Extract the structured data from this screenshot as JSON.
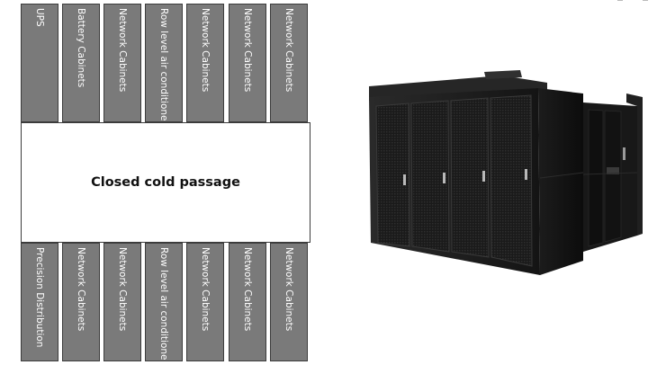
{
  "diagram": {
    "passage_label": "Closed cold passage",
    "top_row": [
      "UPS",
      "Battery Cabinets",
      "Network Cabinets",
      "Row level air conditioner",
      "Network Cabinets",
      "Network Cabinets",
      "Network Cabinets"
    ],
    "bottom_row": [
      "Precision Distribution",
      "Network Cabinets",
      "Network Cabinets",
      "Row level air conditioner",
      "Network Cabinets",
      "Network Cabinets",
      "Network Cabinets"
    ]
  },
  "colors": {
    "cabinet_fill": "#7a7a7a",
    "cabinet_border": "#3c3c3c",
    "cabinet_text": "#ffffff",
    "photo_body": "#1b1b1b"
  },
  "photo": {
    "subject": "black modular data-center cabinet enclosure"
  }
}
